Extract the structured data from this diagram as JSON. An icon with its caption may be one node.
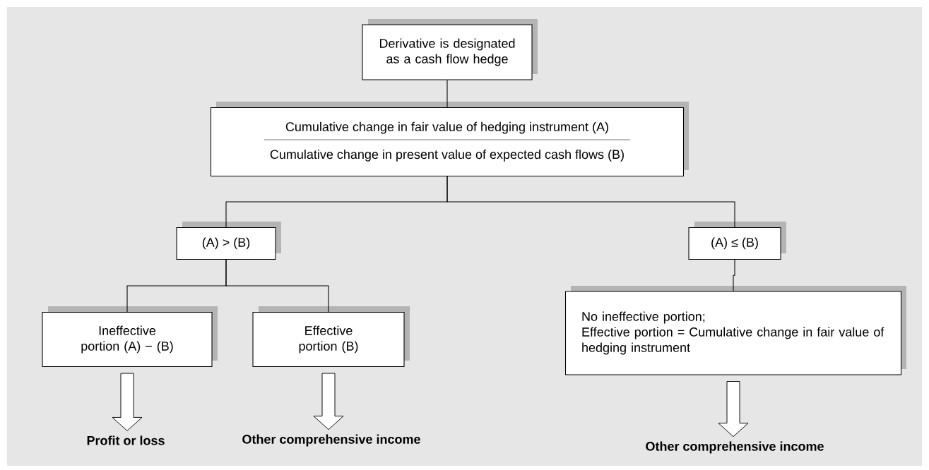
{
  "diagram": {
    "nodes": [
      {
        "text": [
          "Derivative is designated as a cash flow hedge"
        ]
      },
      {
        "text": [
          "Cumulative change in fair value of hedging instrument (A)",
          "Cumulative change in present value of expected cash flows (B)"
        ]
      },
      {
        "text": [
          "(A) > (B)"
        ]
      },
      {
        "text": [
          "(A) ≤ (B)"
        ]
      },
      {
        "text": [
          "Ineffective portion (A) − (B)"
        ]
      },
      {
        "text": [
          "Effective portion (B)"
        ]
      },
      {
        "text": [
          "No ineffective portion;",
          "Effective portion = Cumulative change in fair value of hedging instrument"
        ]
      },
      {
        "text": [
          "Profit or loss"
        ]
      },
      {
        "text": [
          "Other comprehensive income"
        ]
      },
      {
        "text": [
          "Other comprehensive income"
        ]
      }
    ],
    "edges": [
      {
        "from": 0,
        "to": 1,
        "arrow": "none"
      },
      {
        "from": 1,
        "to": 2,
        "arrow": "none"
      },
      {
        "from": 1,
        "to": 3,
        "arrow": "none"
      },
      {
        "from": 2,
        "to": 4,
        "arrow": "none"
      },
      {
        "from": 2,
        "to": 5,
        "arrow": "none"
      },
      {
        "from": 3,
        "to": 6,
        "arrow": "none"
      },
      {
        "from": 4,
        "to": 7,
        "arrow": "to"
      },
      {
        "from": 5,
        "to": 8,
        "arrow": "to"
      },
      {
        "from": 6,
        "to": 9,
        "arrow": "to"
      }
    ]
  }
}
